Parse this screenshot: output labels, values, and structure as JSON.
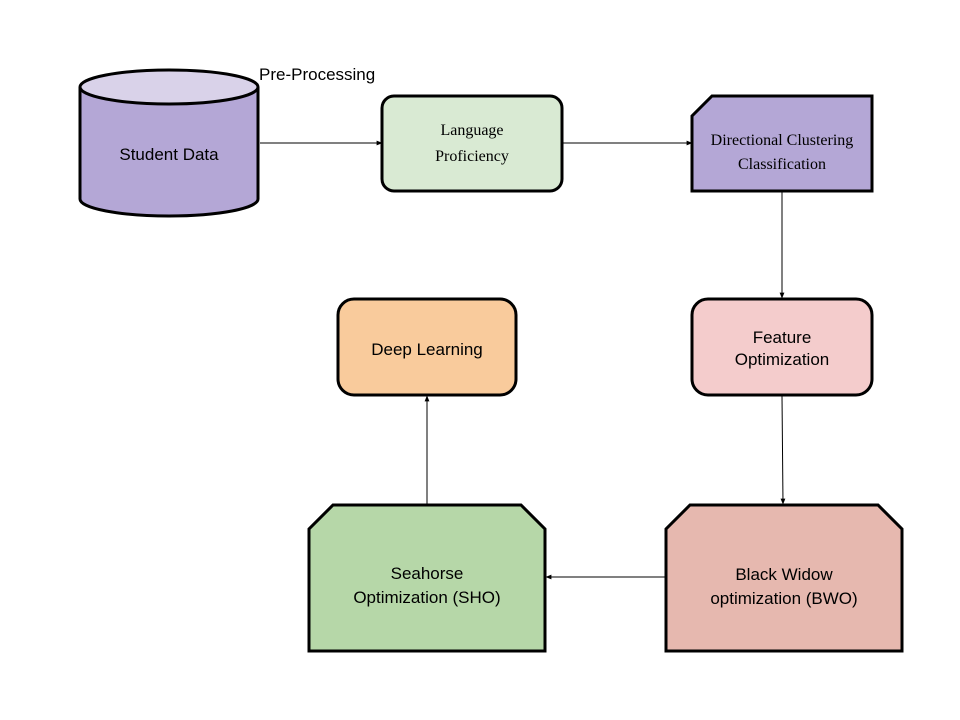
{
  "edge_label": "Pre-Processing",
  "nodes": {
    "student_data": {
      "lines": [
        "Student Data"
      ],
      "color": "#b4a7d6",
      "top_color": "#d9d2e9"
    },
    "language_proficiency": {
      "lines": [
        "Language",
        "Proficiency"
      ],
      "color": "#d9ead3"
    },
    "directional_clustering": {
      "lines": [
        "Directional Clustering",
        "Classification"
      ],
      "color": "#b4a7d6"
    },
    "feature_optimization": {
      "lines": [
        "Feature",
        "Optimization"
      ],
      "color": "#f4cccc"
    },
    "black_widow": {
      "lines": [
        "Black Widow",
        "optimization (BWO)"
      ],
      "color": "#e6b8af"
    },
    "seahorse": {
      "lines": [
        "Seahorse",
        "Optimization (SHO)"
      ],
      "color": "#b6d7a8"
    },
    "deep_learning": {
      "lines": [
        "Deep Learning"
      ],
      "color": "#f9cb9c"
    }
  }
}
